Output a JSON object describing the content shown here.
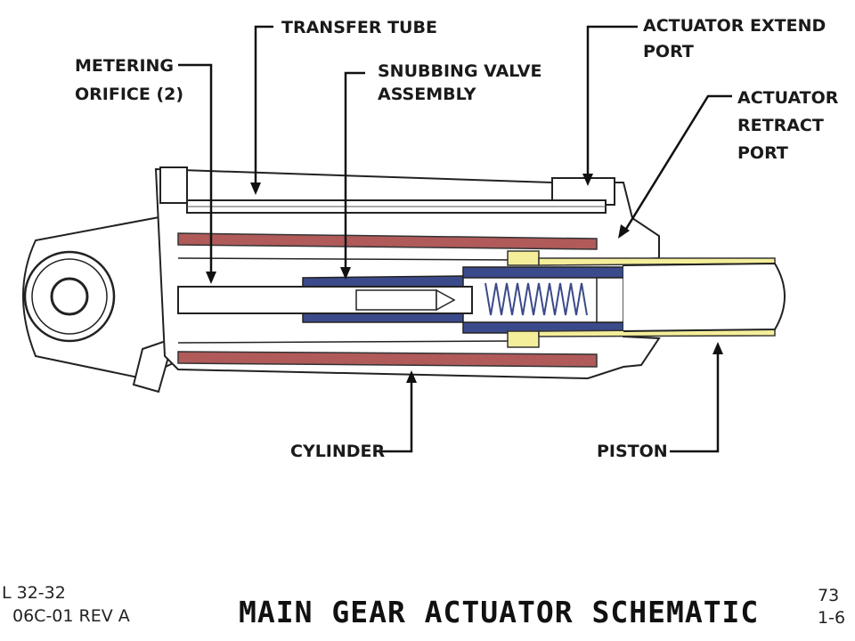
{
  "labels": {
    "transfer_tube": "TRANSFER TUBE",
    "metering_1": "METERING",
    "metering_2": "ORIFICE (2)",
    "snubbing_1": "SNUBBING VALVE",
    "snubbing_2": "ASSEMBLY",
    "extend_1": "ACTUATOR EXTEND",
    "extend_2": "PORT",
    "retract_1": "ACTUATOR",
    "retract_2": "RETRACT",
    "retract_3": "PORT",
    "cylinder": "CYLINDER",
    "piston": "PISTON"
  },
  "footer": {
    "ref_line_1": "L 32-32",
    "ref_line_2": "06C-01 REV A",
    "title": "MAIN GEAR ACTUATOR SCHEMATIC",
    "page_1": "73",
    "page_2": "1-6"
  },
  "colors": {
    "cylinder_wall": "#b05a5a",
    "valve_body": "#3b4a8a",
    "piston_fill": "#f4ee9a"
  }
}
